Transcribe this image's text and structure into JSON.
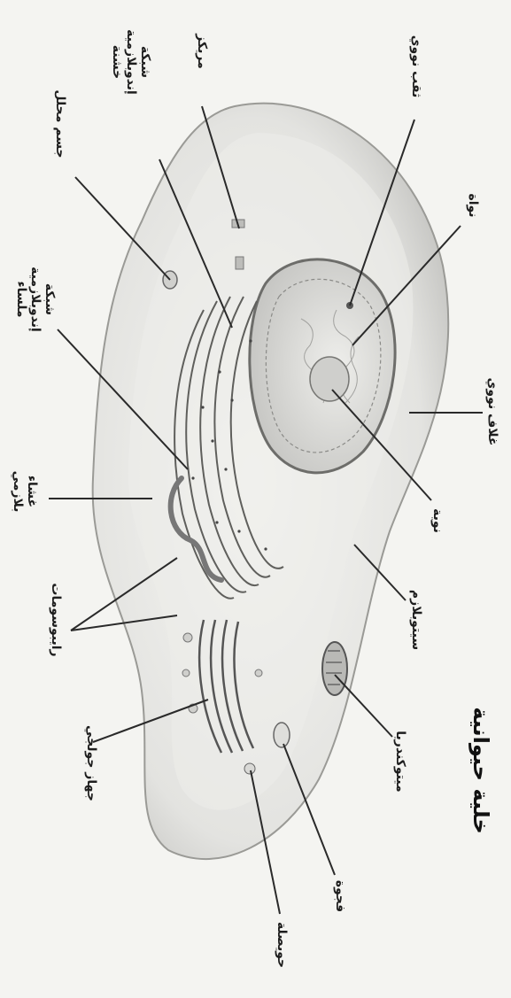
{
  "title": "خلية حيوانية",
  "labels": {
    "nuclear_pore": "ثقب نووي",
    "nucleus": "نواة",
    "nuclear_envelope": "غلاف نووي",
    "nucleolus": "نوية",
    "cytoplasm": "سيتوبلازم",
    "mitochondrion": "ميتوكندريا",
    "vacuole": "فجوة",
    "vesicle": "حويصلة",
    "golgi": "جهاز جولجي",
    "ribosomes": "رايبوسومات",
    "plasma_membrane": "غشاء\nبلازمي",
    "rough_er": "شبكة\nإندوبلازمية\nخشنة",
    "smooth_er": "شبكة\nإندوبلازمية\nملساء",
    "lysosome": "جسم محلل",
    "centrosome": "مريكز"
  }
}
